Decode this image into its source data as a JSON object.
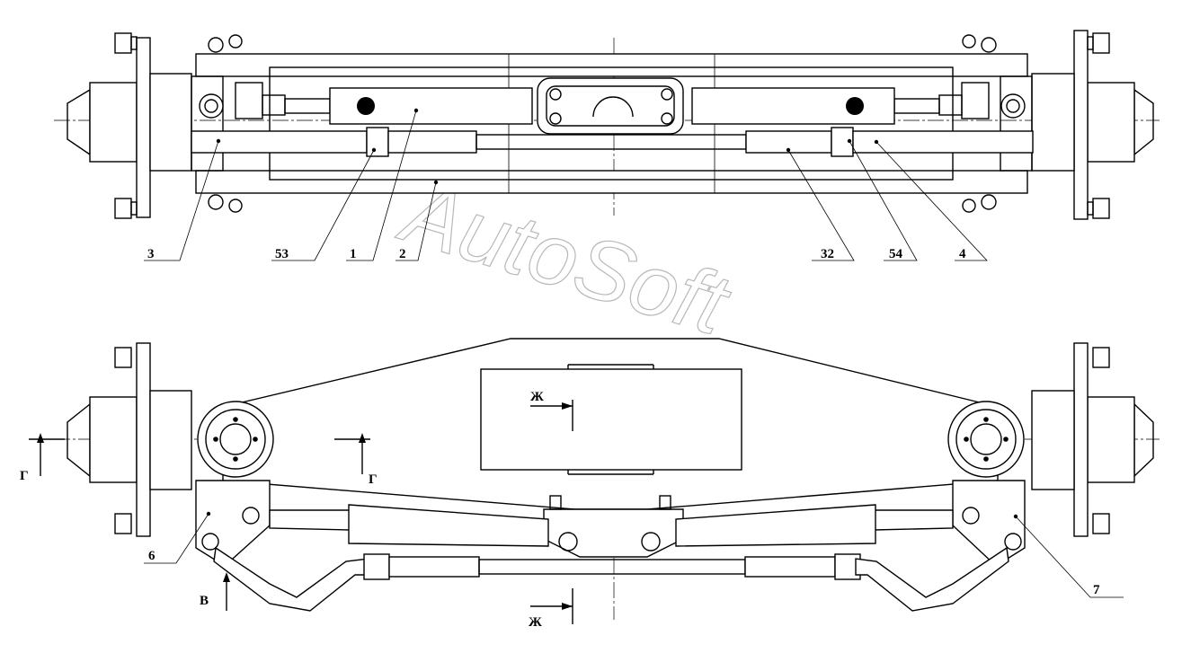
{
  "callouts_top": [
    "3",
    "53",
    "1",
    "2",
    "32",
    "54",
    "4"
  ],
  "callouts_bottom": [
    "6",
    "7"
  ],
  "section_marks": {
    "g": "Г",
    "zh": "Ж",
    "v": "В"
  },
  "watermark": "AutoSoft"
}
